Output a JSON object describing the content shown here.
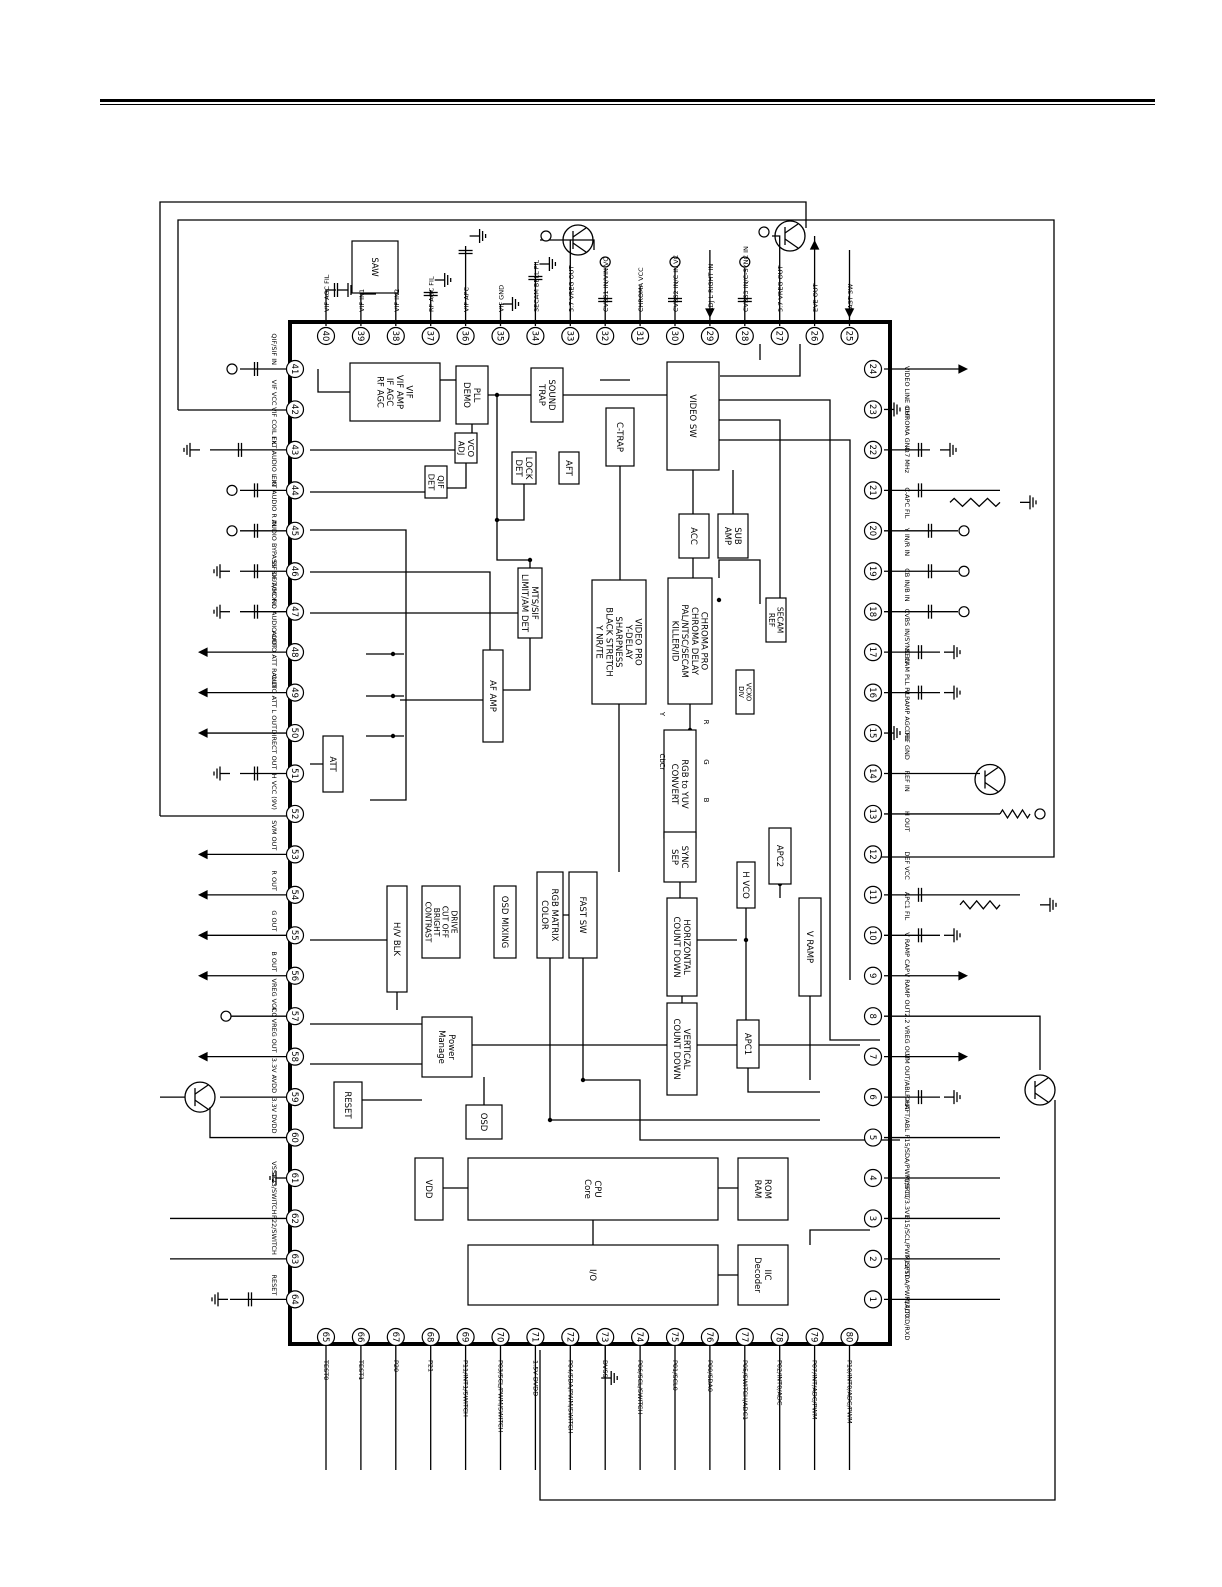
{
  "top_blocks": [
    {
      "id": "saw",
      "label": "SAW"
    },
    {
      "id": "vif",
      "label": "VIF\nVIF AMP\nIF AGC\nRF AGC"
    },
    {
      "id": "pll",
      "label": "PLL\nDEMO"
    },
    {
      "id": "sound_trap",
      "label": "SOUND\nTRAP"
    },
    {
      "id": "vco_adj",
      "label": "VCO\nADJ"
    },
    {
      "id": "qif_det",
      "label": "QIF\nDET"
    },
    {
      "id": "lock_det",
      "label": "LOCK\nDET"
    },
    {
      "id": "aft",
      "label": "AFT"
    },
    {
      "id": "c_trap",
      "label": "C-TRAP"
    },
    {
      "id": "video_sw",
      "label": "VIDEO SW"
    },
    {
      "id": "acc",
      "label": "ACC"
    },
    {
      "id": "sub_amp",
      "label": "SUB\nAMP"
    },
    {
      "id": "mts",
      "label": "MTS/SIF\nLIMIT/AM DET"
    },
    {
      "id": "af_amp",
      "label": "AF AMP"
    },
    {
      "id": "att",
      "label": "ATT"
    },
    {
      "id": "video_pro",
      "label": "VIDEO PRO\nY-DELAY\nSHARPNESS\nBLACK STRETCH\nY NR/TE"
    },
    {
      "id": "chroma_pro",
      "label": "CHROMA PRO\nCHROMA DELAY\nPAL/NTSC/SECAM\nKILLER/ID"
    },
    {
      "id": "vco2",
      "label": "VCXO\nDIV"
    },
    {
      "id": "chroma_trap",
      "label": "SECAM\nREF"
    },
    {
      "id": "rgb_yuv",
      "label": "RGB to YUV\nCONVERT"
    },
    {
      "id": "sync_sep",
      "label": "SYNC\nSEP"
    },
    {
      "id": "apc2",
      "label": "APC2"
    },
    {
      "id": "h_vco",
      "label": "H VCO"
    },
    {
      "id": "horiz_cd",
      "label": "HORIZONTAL\nCOUNT DOWN"
    },
    {
      "id": "vert_cd",
      "label": "VERTICAL\nCOUNT DOWN"
    },
    {
      "id": "apc1",
      "label": "APC1"
    },
    {
      "id": "v_ramp",
      "label": "V RAMP"
    },
    {
      "id": "fast_sw",
      "label": "FAST SW"
    },
    {
      "id": "rgb_matrix",
      "label": "RGB MATRIX\nCOLOR"
    },
    {
      "id": "osd_mixing",
      "label": "OSD MIXING"
    },
    {
      "id": "drive",
      "label": "DRIVE\nCUT OFF\nBRIGHT\nCONTRAST"
    },
    {
      "id": "hv_blk",
      "label": "H/V BLK"
    },
    {
      "id": "power",
      "label": "Power\nManage"
    },
    {
      "id": "reset",
      "label": "RESET"
    },
    {
      "id": "osd",
      "label": "OSD"
    },
    {
      "id": "vdd",
      "label": "VDD"
    },
    {
      "id": "cpu",
      "label": "CPU\nCore"
    },
    {
      "id": "rom",
      "label": "ROM\nRAM"
    },
    {
      "id": "io",
      "label": "I/O"
    },
    {
      "id": "iic",
      "label": "IIC\nDecoder"
    }
  ],
  "pins_top": [
    "40",
    "39",
    "38",
    "37",
    "36",
    "35",
    "34",
    "33",
    "32",
    "31",
    "30",
    "29",
    "28",
    "27",
    "26",
    "25"
  ],
  "pins_right": [
    "24",
    "23",
    "22",
    "21",
    "20",
    "19",
    "18",
    "17",
    "16",
    "15",
    "14",
    "13",
    "12",
    "11",
    "10",
    "9",
    "8",
    "7",
    "6",
    "5",
    "4",
    "3",
    "2",
    "1"
  ],
  "pins_left": [
    "41",
    "42",
    "43",
    "44",
    "45",
    "46",
    "47",
    "48",
    "49",
    "50",
    "51",
    "52",
    "53",
    "54",
    "55",
    "56",
    "57",
    "58",
    "59",
    "60",
    "61",
    "62",
    "63",
    "64"
  ],
  "pins_bottom": [
    "65",
    "66",
    "67",
    "68",
    "69",
    "70",
    "71",
    "72",
    "73",
    "74",
    "75",
    "76",
    "77",
    "78",
    "79",
    "80"
  ],
  "labels_top": [
    "VIF AGC FIL",
    "VIF IN1",
    "VIF IN2",
    "RF AGC FIL",
    "VIF APC",
    "VIF GND",
    "SECAM BELL FIL",
    "5.7 VREG OUT",
    "CVBS1 IN/VIN VC",
    "CHROMA VCC",
    "CVBS2 IN/C IN VC",
    "ADJ L RIGHT IN",
    "CVBS3 IN/C-SYNC IN",
    "5.7 VREG OUT",
    "EVE OUT",
    "FAST SW"
  ],
  "labels_right": [
    "VIDEO LINE OUT",
    "CHROMA GND",
    "4.7 MHz",
    "C-APC FIL",
    "Y IN/R IN",
    "CB IN/B IN",
    "CVBS IN/SYNC IN",
    "SECAM PLL FIL",
    "V RAMP AGC FIL",
    "DEF GND",
    "REF IN",
    "H OUT",
    "DEF VCC",
    "APC1 FIL",
    "V RAMP CAP",
    "V RAMP OUT",
    "2.2 VREG OUT",
    "VM OUT/ABL OUT",
    "P-HAFT/ABL",
    "P15/SDA/PWM/SFTT",
    "P1/SCL/3.3VD",
    "P15/SCL/PWM/SFTT",
    "P12/SDA/PWM/ADC",
    "P17/TXD/RXD"
  ],
  "labels_left": [
    "QIF/SIF IN",
    "VIF VCC",
    "VIF COIL FIL",
    "EXT AUDIO L IN",
    "EXT AUDIO R IN",
    "AUDIO BYPASS",
    "SIF AGC FIL",
    "SIF OUT/MONO AUDIO OUT",
    "AUDIO ATT R OUT",
    "AUDIO ATT L OUT",
    "DIRECT OUT",
    "H VCC (9V)",
    "SVM OUT",
    "R OUT",
    "G OUT",
    "B OUT",
    "VREG VCC",
    "4.0 VREG OUT",
    "3.3V AVDD",
    "3.3V DVDD",
    "VSS",
    "P23/SWITCH",
    "P22/SWITCH",
    "RESET"
  ],
  "labels_bottom": [
    "TEST0",
    "TEST1",
    "P20",
    "P21",
    "P11/INT1/SWITCH",
    "P03/SCL/PWM/SWITCH",
    "1.5V DVDD",
    "P04/SDA/PWM/SWITCH",
    "DVSS",
    "P06/SCL/SWITCH",
    "P01/SCL0",
    "P00/SDA0",
    "P05/SWITCH/ADC1",
    "P02/INT0/ADC",
    "P07/INT/ADC/PWM",
    "P10/INT0/ADC/PWM"
  ],
  "labels_misc": [
    "Y",
    "CbCr",
    "R",
    "G",
    "B"
  ]
}
